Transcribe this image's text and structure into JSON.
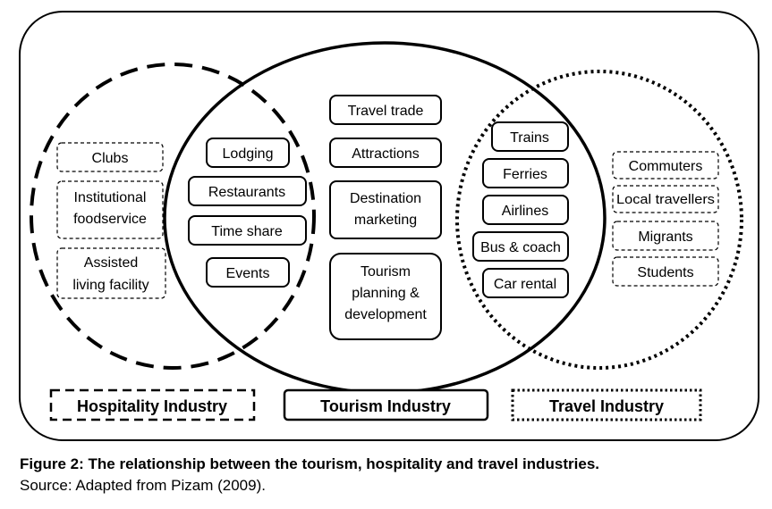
{
  "hospitality_items": {
    "clubs": "Clubs",
    "institutional_line1": "Institutional",
    "institutional_line2": "foodservice",
    "assisted_line1": "Assisted",
    "assisted_line2": "living facility"
  },
  "shared_hospitality_tourism": {
    "lodging": "Lodging",
    "restaurants": "Restaurants",
    "time_share": "Time share",
    "events": "Events"
  },
  "tourism_items": {
    "travel_trade": "Travel trade",
    "attractions": "Attractions",
    "destination_line1": "Destination",
    "destination_line2": "marketing",
    "planning_line1": "Tourism",
    "planning_line2": "planning &",
    "planning_line3": "development"
  },
  "shared_tourism_travel": {
    "trains": "Trains",
    "ferries": "Ferries",
    "airlines": "Airlines",
    "bus_coach": "Bus & coach",
    "car_rental": "Car rental"
  },
  "travel_items": {
    "commuters": "Commuters",
    "local_travellers": "Local travellers",
    "migrants": "Migrants",
    "students": "Students"
  },
  "legend": {
    "hospitality": "Hospitality Industry",
    "tourism": "Tourism Industry",
    "travel": "Travel Industry"
  },
  "caption": {
    "title": "Figure 2: The relationship between the tourism, hospitality and travel industries.",
    "source": "Source: Adapted from Pizam (2009)."
  }
}
